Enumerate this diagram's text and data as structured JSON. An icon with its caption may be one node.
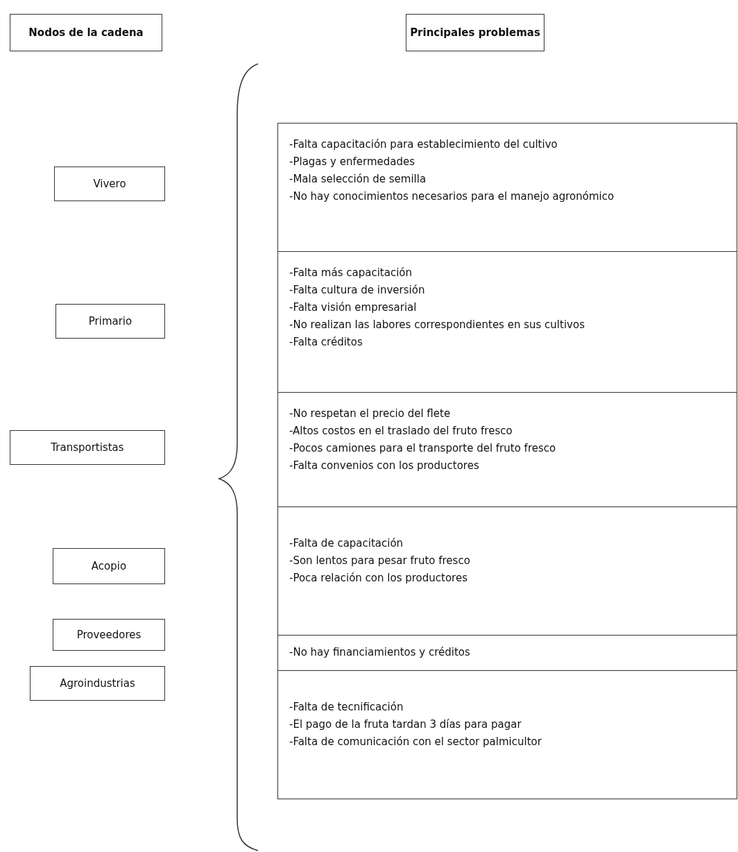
{
  "diagram": {
    "nodes": [
      {
        "text": [
          "Nodos de la cadena"
        ]
      },
      {
        "text": [
          "Principales problemas"
        ]
      },
      {
        "text": [
          "Vivero"
        ]
      },
      {
        "text": [
          "Primario"
        ]
      },
      {
        "text": [
          "Transportistas"
        ]
      },
      {
        "text": [
          "Acopio"
        ]
      },
      {
        "text": [
          "Proveedores"
        ]
      },
      {
        "text": [
          "Agroindustrias"
        ]
      },
      {
        "text": [
          "-Falta capacitación para establecimiento del cultivo",
          "-Plagas y enfermedades",
          "-Mala selección de semilla",
          "-No hay conocimientos necesarios para el manejo agronómico"
        ]
      },
      {
        "text": [
          "-Falta más capacitación",
          "-Falta cultura de inversión",
          "-Falta visión empresarial",
          "-No realizan las labores correspondientes en sus cultivos",
          "-Falta créditos"
        ]
      },
      {
        "text": [
          "-No respetan el precio del flete",
          "-Altos costos en el traslado del fruto fresco",
          "-Pocos camiones para el transporte del fruto fresco",
          "-Falta convenios con los productores"
        ]
      },
      {
        "text": [
          "-Falta de capacitación",
          "-Son lentos para pesar fruto fresco",
          "-Poca relación con los productores"
        ]
      },
      {
        "text": [
          "-No hay financiamientos y créditos"
        ]
      },
      {
        "text": [
          "-Falta de tecnificación",
          "-El pago de la fruta tardan 3 días para pagar",
          "-Falta de comunicación con el sector palmicultor"
        ]
      }
    ],
    "edges": []
  }
}
